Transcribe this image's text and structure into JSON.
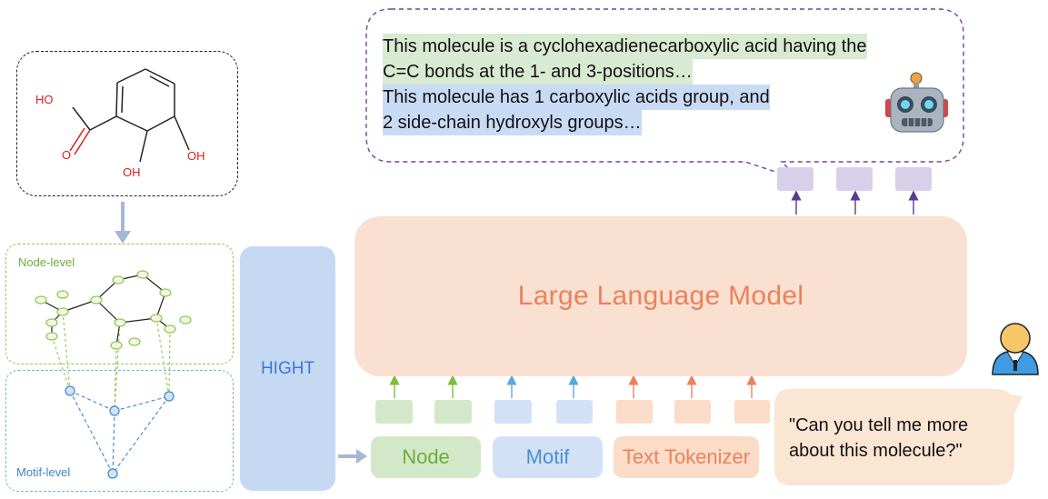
{
  "molecule": {
    "atom_labels": [
      "HO",
      "O",
      "OH",
      "OH"
    ]
  },
  "levels": {
    "node_label": "Node-level",
    "motif_label": "Motif-level"
  },
  "hight_label": "HIGHT",
  "llm_label": "Large Language Model",
  "token_groups": {
    "node_label": "Node",
    "motif_label": "Motif",
    "text_label": "Text Tokenizer"
  },
  "response": {
    "lines_green": [
      "This molecule is a cyclohexadienecarboxylic acid having the",
      "C=C bonds at the 1- and 3-positions…"
    ],
    "lines_blue": [
      "This molecule has 1 carboxylic acids group, and",
      "2 side-chain hydroxyls groups…"
    ]
  },
  "prompt": {
    "lines": [
      "\"Can you tell me more",
      "about this molecule?\""
    ]
  },
  "icons": {
    "robot": "robot-icon",
    "user": "user-icon"
  },
  "colors": {
    "node": "#6cae3a",
    "motif": "#3f86c8",
    "text": "#e9825e",
    "llm_bg": "#fae0d1",
    "hight_bg": "#c6d9f3",
    "output": "#5b3a93"
  }
}
